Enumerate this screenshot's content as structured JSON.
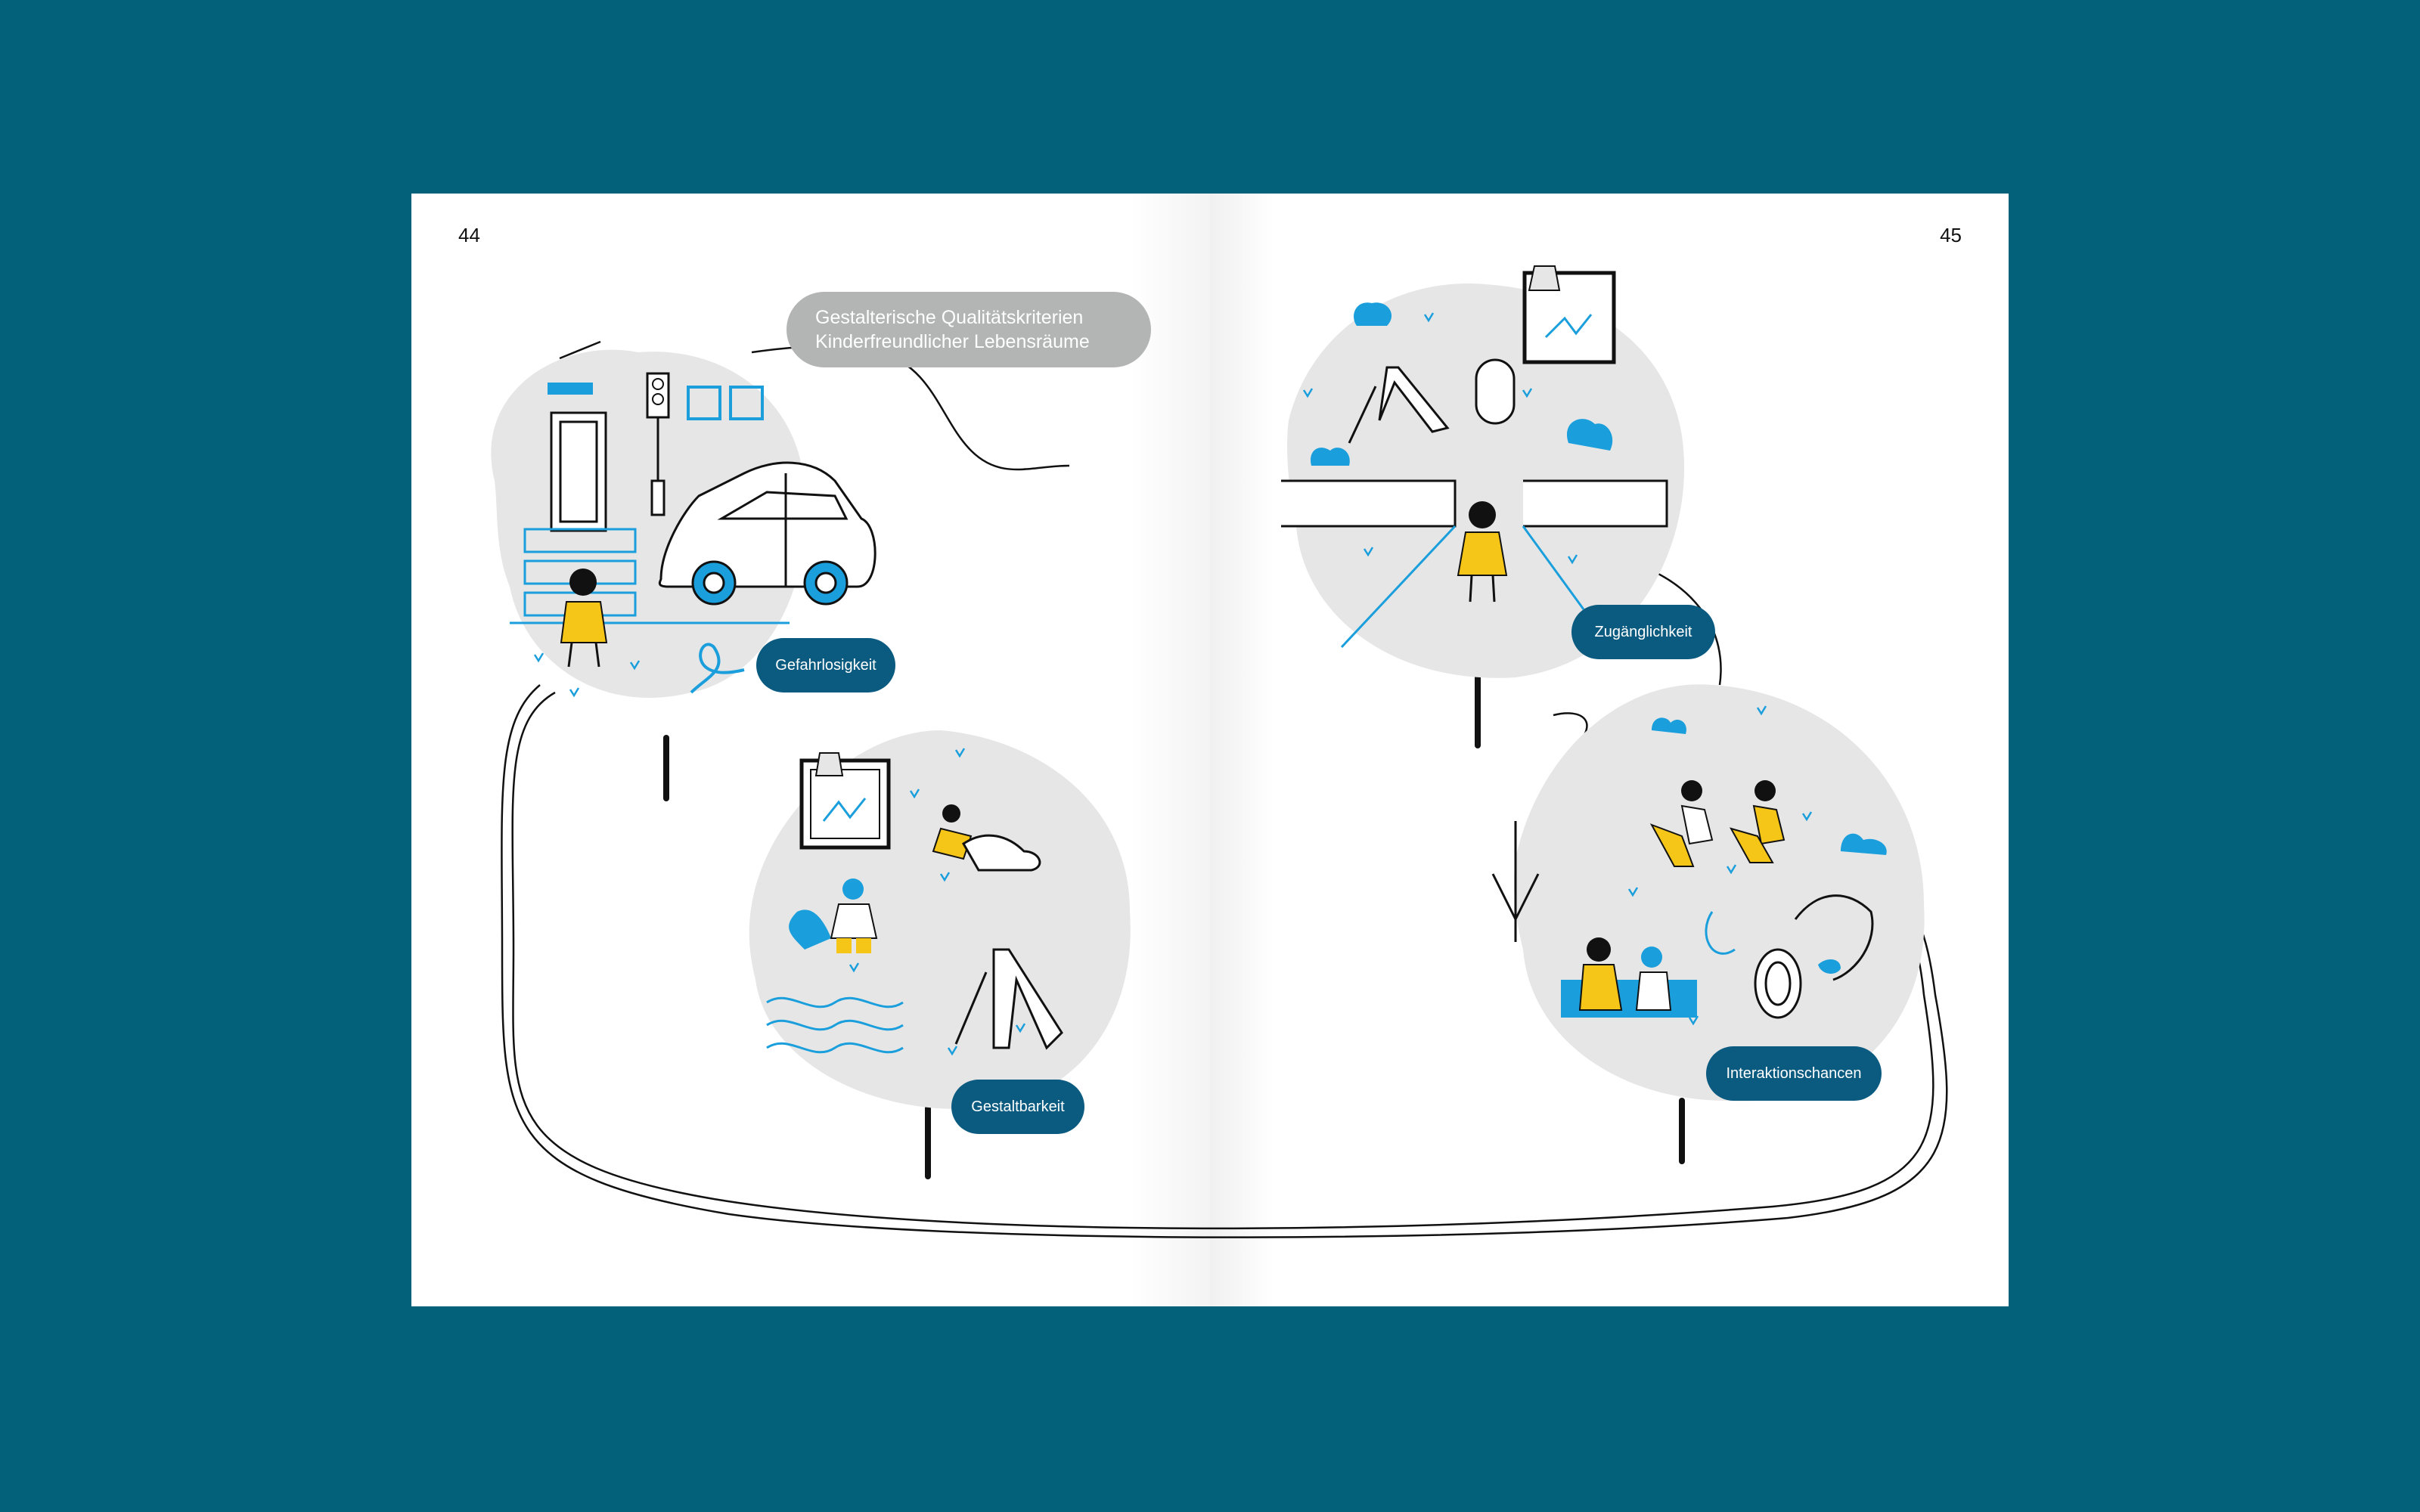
{
  "page_numbers": {
    "left": "44",
    "right": "45"
  },
  "title": {
    "line1": "Gestalterische Qualitätskriterien",
    "line2": "Kinderfreundlicher Lebensräume"
  },
  "labels": {
    "gefahrlosigkeit": "Gefahrlosigkeit",
    "gestaltbarkeit": "Gestaltbarkeit",
    "zugaenglichkeit": "Zugänglichkeit",
    "interaktionschancen": "Interaktionschancen"
  },
  "colors": {
    "background": "#03617a",
    "blob": "#e6e6e6",
    "accent_blue": "#1a9fdc",
    "accent_yellow": "#f5c518",
    "label_navy": "#0b5b80",
    "title_grey": "#b3b4b4"
  }
}
